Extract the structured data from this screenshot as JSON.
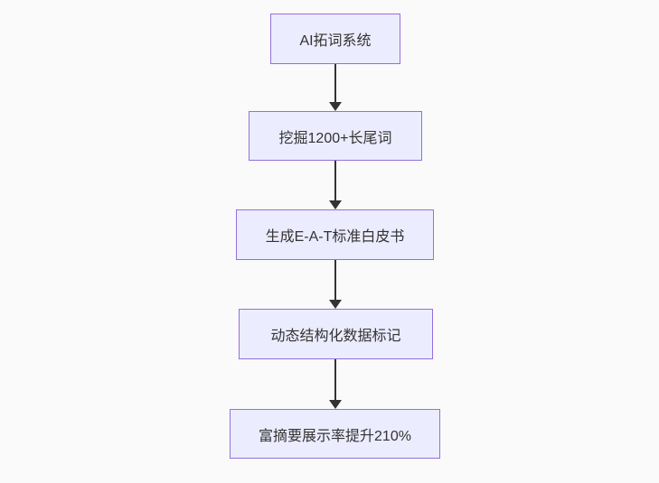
{
  "diagram": {
    "type": "flowchart",
    "direction": "top-down",
    "nodes": [
      {
        "id": "A",
        "label": "AI拓词系统"
      },
      {
        "id": "B",
        "label": "挖掘1200+长尾词"
      },
      {
        "id": "C",
        "label": "生成E-A-T标准白皮书"
      },
      {
        "id": "D",
        "label": "动态结构化数据标记"
      },
      {
        "id": "E",
        "label": "富摘要展示率提升210%"
      }
    ],
    "edges": [
      {
        "from": "A",
        "to": "B",
        "style": "arrow-down"
      },
      {
        "from": "B",
        "to": "C",
        "style": "arrow-down"
      },
      {
        "from": "C",
        "to": "D",
        "style": "arrow-down"
      },
      {
        "from": "D",
        "to": "E",
        "style": "arrow-down"
      }
    ],
    "colors": {
      "node_fill": "#ECECFF",
      "node_border": "#9370DB",
      "text": "#333333",
      "arrow": "#333333",
      "background": "#fafafa"
    }
  }
}
